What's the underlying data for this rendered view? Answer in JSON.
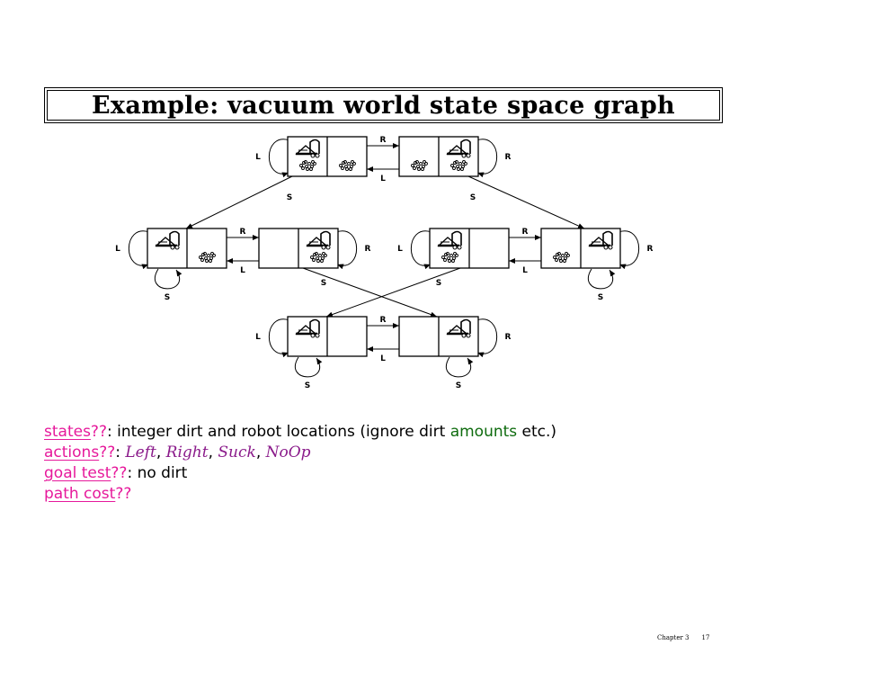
{
  "title": "Example: vacuum world state space graph",
  "graph": {
    "edge_labels": {
      "right": "R",
      "left": "L",
      "suck": "S"
    },
    "states": [
      {
        "id": "s1",
        "robot": "left",
        "dirt_left": true,
        "dirt_right": true
      },
      {
        "id": "s2",
        "robot": "right",
        "dirt_left": true,
        "dirt_right": true
      },
      {
        "id": "s3",
        "robot": "left",
        "dirt_left": false,
        "dirt_right": true
      },
      {
        "id": "s4",
        "robot": "right",
        "dirt_left": false,
        "dirt_right": true
      },
      {
        "id": "s5",
        "robot": "left",
        "dirt_left": true,
        "dirt_right": false
      },
      {
        "id": "s6",
        "robot": "right",
        "dirt_left": true,
        "dirt_right": false
      },
      {
        "id": "s7",
        "robot": "left",
        "dirt_left": false,
        "dirt_right": false
      },
      {
        "id": "s8",
        "robot": "right",
        "dirt_left": false,
        "dirt_right": false
      }
    ]
  },
  "bullets": {
    "states": {
      "term": "states",
      "q": "??",
      "text": ": integer dirt and robot locations (ignore dirt ",
      "green": "amounts",
      "tail": " etc.)"
    },
    "actions": {
      "term": "actions",
      "q": "??",
      "sep": ": ",
      "list": [
        "Left",
        "Right",
        "Suck",
        "NoOp"
      ]
    },
    "goal": {
      "term": "goal test",
      "q": "??",
      "text": ": no dirt"
    },
    "path": {
      "term": "path cost",
      "q": "??"
    }
  },
  "footer": {
    "chapter": "Chapter 3",
    "page": "17"
  },
  "colors": {
    "term": "#e6199b",
    "green": "#0e6b0e",
    "math": "#8a1a8a"
  }
}
